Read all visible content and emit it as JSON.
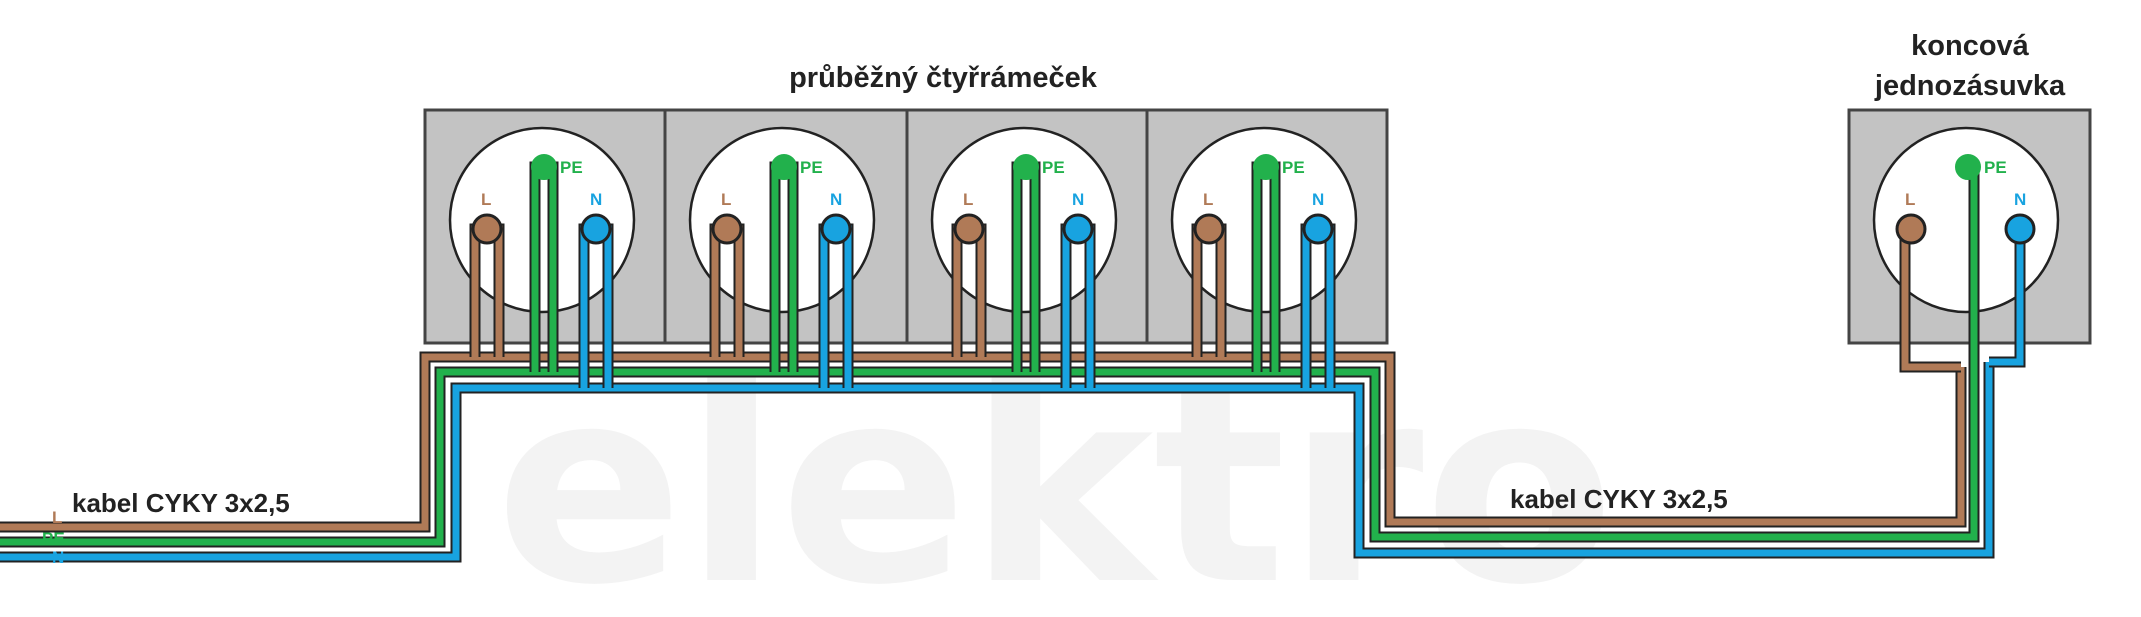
{
  "watermark": "elektro",
  "colors": {
    "L": "#b07a57",
    "PE": "#22b14c",
    "N": "#18a3e0",
    "frame": "#c3c3c3",
    "frame_border": "#444444",
    "socket_face": "#ffffff",
    "text": "#222222"
  },
  "labels": {
    "frame_title": "průběžný čtyřrámeček",
    "end_title_line1": "koncová",
    "end_title_line2": "jednozásuvka",
    "cable_left": "kabel CYKY 3x2,5",
    "cable_right": "kabel CYKY 3x2,5",
    "term_L": "L",
    "term_PE": "PE",
    "term_N": "N"
  }
}
